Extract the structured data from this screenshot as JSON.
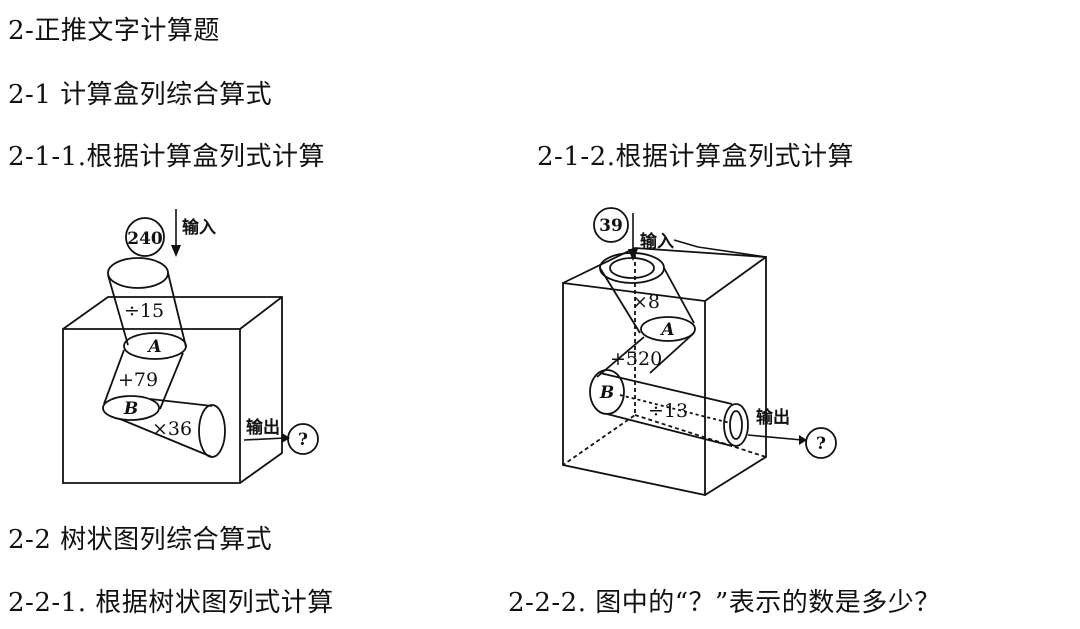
{
  "section_title": "2-正推文字计算题",
  "subsection_1": "2-1 计算盒列综合算式",
  "problem_1": {
    "title": "2-1-1.根据计算盒列式计算",
    "input_value": "240",
    "input_label": "输入",
    "op1": "÷15",
    "label_a": "A",
    "op2": "+79",
    "label_b": "B",
    "op3": "×36",
    "output_label": "输出",
    "output_value": "?"
  },
  "problem_2": {
    "title": "2-1-2.根据计算盒列式计算",
    "input_value": "39",
    "input_label": "输入",
    "op1": "×8",
    "label_a": "A",
    "op2": "+520",
    "label_b": "B",
    "op3": "÷13",
    "output_label": "输出",
    "output_value": "?"
  },
  "subsection_2": "2-2 树状图列综合算式",
  "problem_3_title": "2-2-1. 根据树状图列式计算",
  "problem_4_title": "2-2-2. 图中的“？”表示的数是多少？"
}
